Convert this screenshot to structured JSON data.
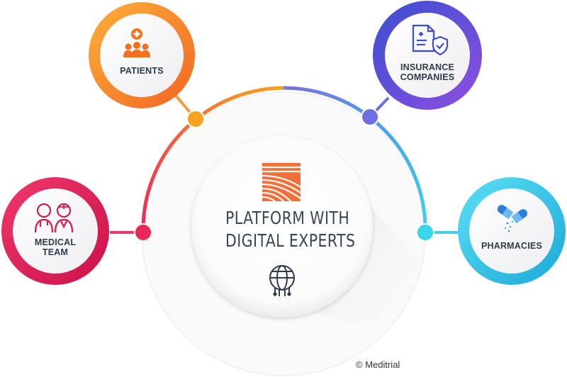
{
  "center": {
    "title_line1": "PLATFORM WITH",
    "title_line2": "DIGITAL EXPERTS",
    "logo_icon": "striped-logo-icon",
    "globe_icon": "globe-circuit-icon"
  },
  "nodes": [
    {
      "id": "patients",
      "lines": [
        "PATIENTS"
      ],
      "icon": "patients-icon",
      "color": "#f7931e"
    },
    {
      "id": "insurance",
      "lines": [
        "INSURANCE",
        "COMPANIES"
      ],
      "icon": "insurance-document-icon",
      "color": "#5b5bd6"
    },
    {
      "id": "medical",
      "lines": [
        "MEDICAL",
        "TEAM"
      ],
      "icon": "medical-team-icon",
      "color": "#e8275a"
    },
    {
      "id": "pharmacies",
      "lines": [
        "PHARMACIES"
      ],
      "icon": "pills-icon",
      "color": "#35c6e8"
    }
  ],
  "copyright": "© Meditrial"
}
